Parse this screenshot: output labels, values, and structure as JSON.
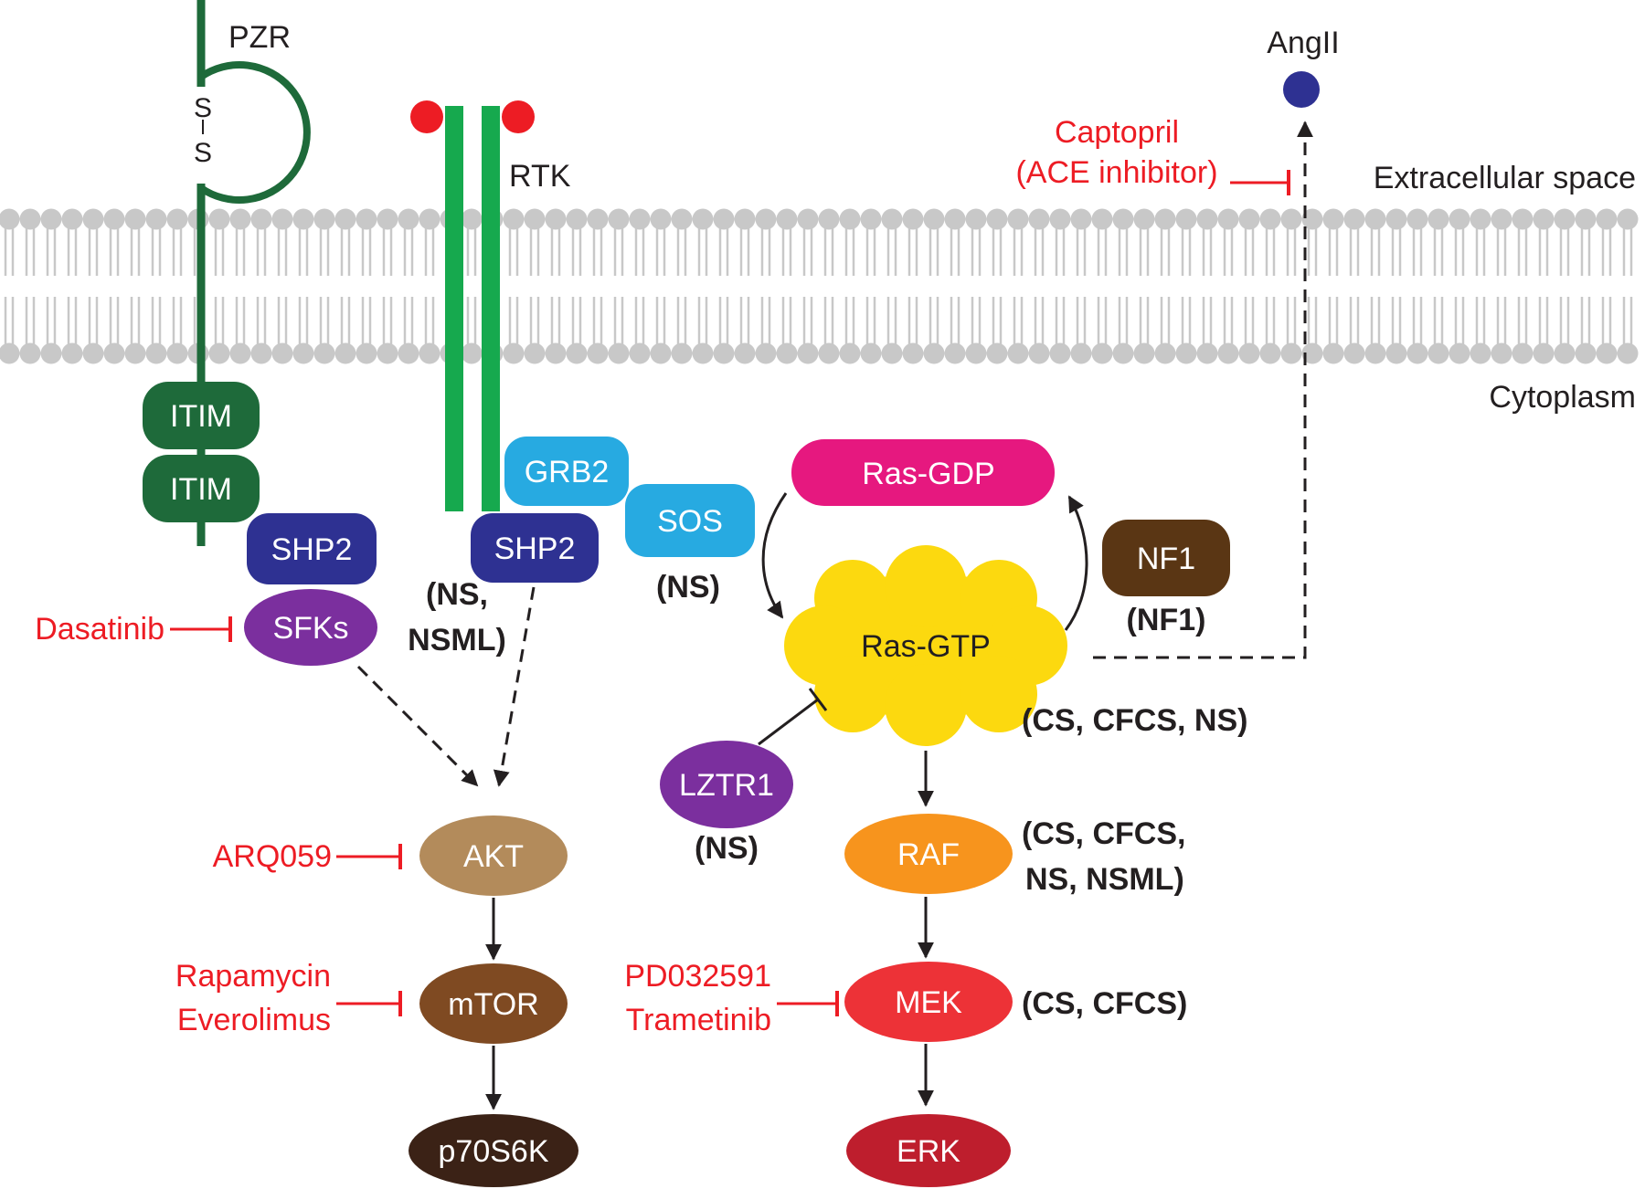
{
  "labels": {
    "pzr": "PZR",
    "rtk": "RTK",
    "angii": "AngII",
    "extracellular": "Extracellular space",
    "cytoplasm": "Cytoplasm",
    "s1": "S",
    "s2": "S"
  },
  "nodes": {
    "itim1": "ITIM",
    "itim2": "ITIM",
    "shp2_left": "SHP2",
    "sfks": "SFKs",
    "grb2": "GRB2",
    "shp2_mid": "SHP2",
    "sos": "SOS",
    "ras_gdp": "Ras-GDP",
    "ras_gtp": "Ras-GTP",
    "nf1": "NF1",
    "lztr1": "LZTR1",
    "akt": "AKT",
    "mtor": "mTOR",
    "p70s6k": "p70S6K",
    "raf": "RAF",
    "mek": "MEK",
    "erk": "ERK"
  },
  "drugs": {
    "captopril_1": "Captopril",
    "captopril_2": "(ACE inhibitor)",
    "dasatinib": "Dasatinib",
    "arq059": "ARQ059",
    "rapamycin": "Rapamycin",
    "everolimus": "Everolimus",
    "pd032591": "PD032591",
    "trametinib": "Trametinib"
  },
  "syndromes": {
    "shp2_1": "(NS,",
    "shp2_2": "NSML)",
    "sos": "(NS)",
    "nf1": "(NF1)",
    "ras": "(CS, CFCS, NS)",
    "lztr1": "(NS)",
    "raf_1": "(CS, CFCS,",
    "raf_2": "NS, NSML)",
    "mek": "(CS, CFCS)"
  },
  "colors": {
    "pzr_green": "#1e6a3a",
    "rtk_green": "#16a94e",
    "ligand_red": "#ed1c24",
    "angii_blue": "#2e3192",
    "shp2_navy": "#2e3192",
    "sfks_purple": "#7b2f9e",
    "grb2_sky": "#27aae1",
    "ras_gdp_magenta": "#e6187f",
    "ras_gtp_yellow": "#fcd90f",
    "nf1_brown": "#5a3614",
    "akt_tan": "#b38b5b",
    "mtor_brown": "#7f4a22",
    "p70s6k_dark": "#3b2216",
    "raf_orange": "#f7941d",
    "mek_red": "#ed3237",
    "erk_crimson": "#be1e2d",
    "drug_red": "#ed1c24",
    "membrane_gray": "#c8c8c8"
  }
}
